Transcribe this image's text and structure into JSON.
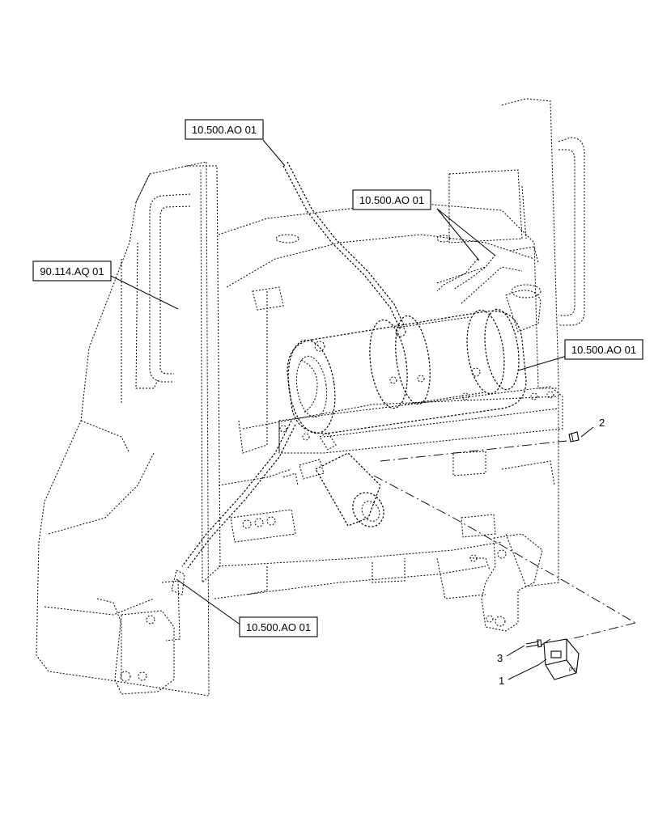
{
  "diagram": {
    "reference_labels": [
      {
        "id": "ref-top",
        "text": "10.500.AO 01"
      },
      {
        "id": "ref-upper-right",
        "text": "10.500.AO 01"
      },
      {
        "id": "ref-left",
        "text": "90.114.AQ 01"
      },
      {
        "id": "ref-right",
        "text": "10.500.AO 01"
      },
      {
        "id": "ref-bottom",
        "text": "10.500.AO 01"
      }
    ],
    "item_numbers": [
      {
        "id": "item-2",
        "text": "2"
      },
      {
        "id": "item-3",
        "text": "3"
      },
      {
        "id": "item-1",
        "text": "1"
      }
    ]
  }
}
